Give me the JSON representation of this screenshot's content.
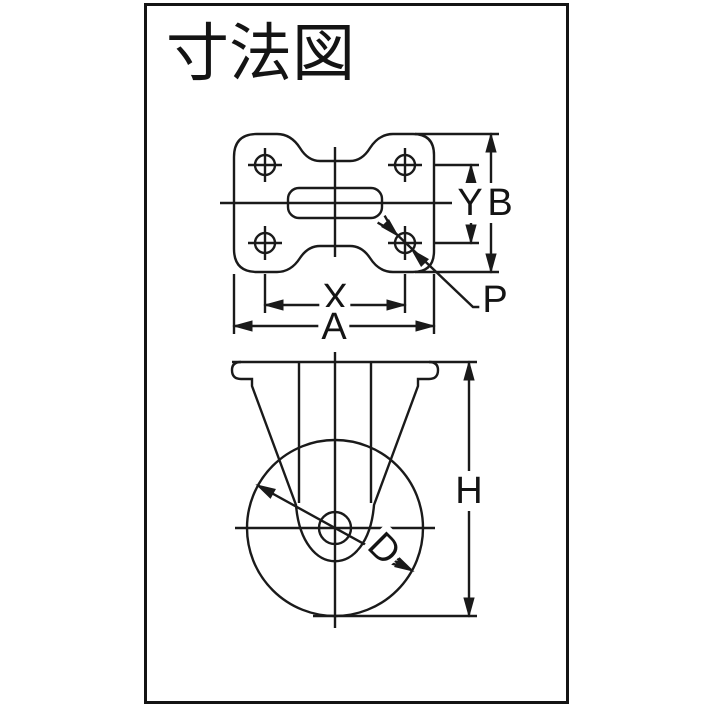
{
  "title": "寸法図",
  "colors": {
    "line": "#1a1a1a",
    "background": "#ffffff"
  },
  "drawing": {
    "type": "caster-dimension-diagram",
    "views": {
      "top_plate_view": "mounting plate with 4 bolt holes and center slot",
      "front_view": "fixed caster fork and wheel"
    },
    "labels": {
      "hole_pitch_vertical": "Y",
      "plate_length": "B",
      "hole_pitch_horizontal": "X",
      "plate_width": "A",
      "bolt_hole": "P",
      "overall_height": "H",
      "wheel_diameter": "D"
    }
  }
}
